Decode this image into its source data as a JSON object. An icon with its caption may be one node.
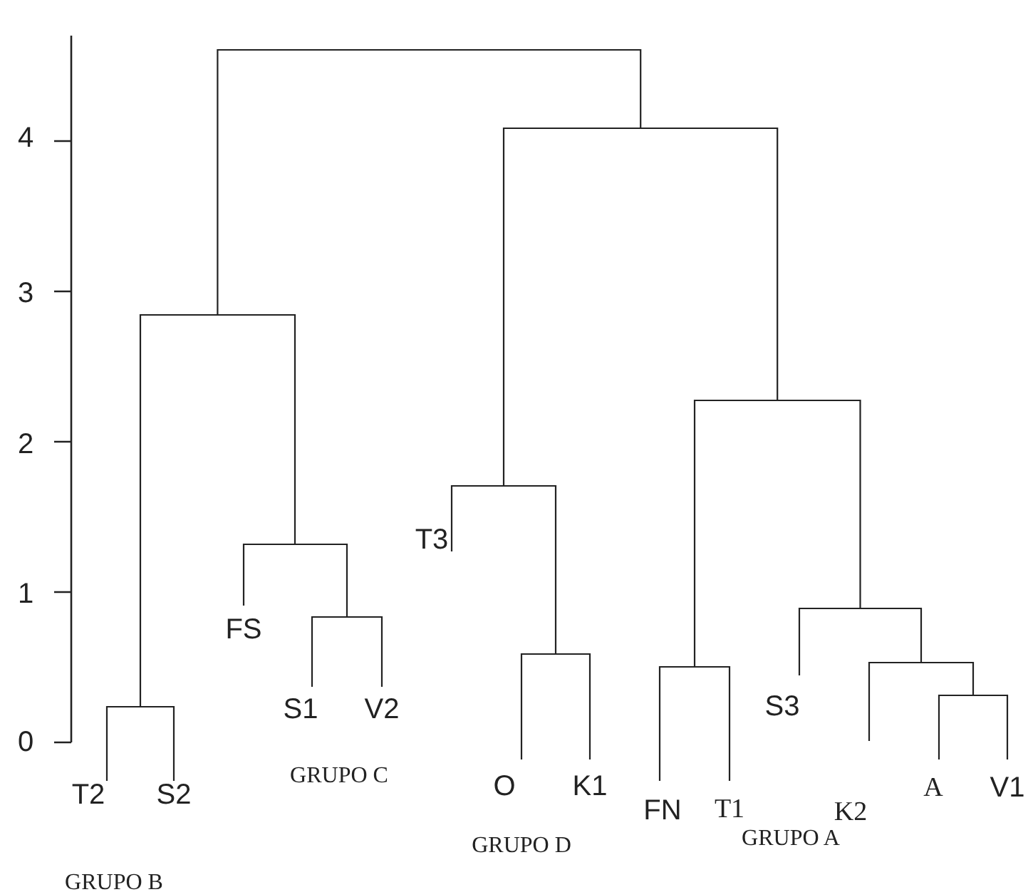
{
  "diagram": {
    "labels": [
      "4",
      "3",
      "2",
      "1",
      "0",
      "T3",
      "FS",
      "S1",
      "V2",
      "S3",
      "T2",
      "S2",
      "O",
      "K1",
      "A",
      "V1",
      "FN",
      "T1",
      "K2",
      "GRUPO C",
      "GRUPO A",
      "GRUPO D",
      "GRUPO B"
    ]
  }
}
